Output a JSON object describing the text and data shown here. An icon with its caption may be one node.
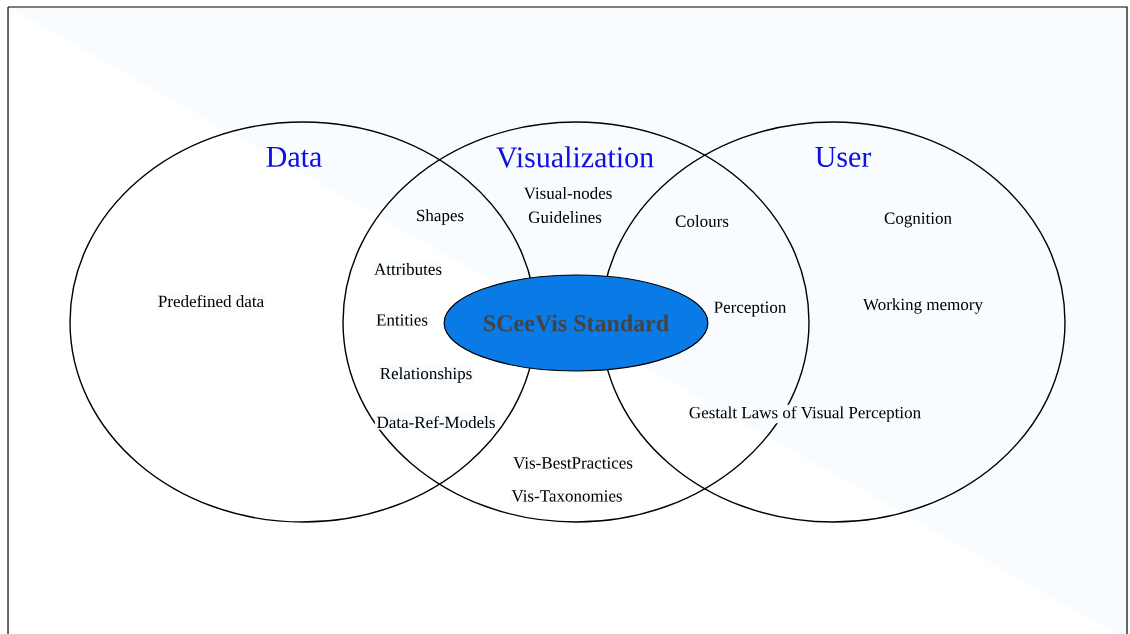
{
  "diagram": {
    "nodes": [
      {
        "text": [
          "Data"
        ]
      },
      {
        "text": [
          "Visualization"
        ]
      },
      {
        "text": [
          "User"
        ]
      },
      {
        "text": [
          "SCeeVis Standard"
        ],
        "in": 1
      }
    ],
    "labels": [
      "Visual-nodes",
      "Guidelines",
      "Shapes",
      "Colours",
      "Cognition",
      "Attributes",
      "Predefined data",
      "Entities",
      "Perception",
      "Working memory",
      "Relationships",
      "Data-Ref-Models",
      "Gestalt Laws of Visual Perception",
      "Vis-BestPractices",
      "Vis-Taxonomies"
    ]
  }
}
